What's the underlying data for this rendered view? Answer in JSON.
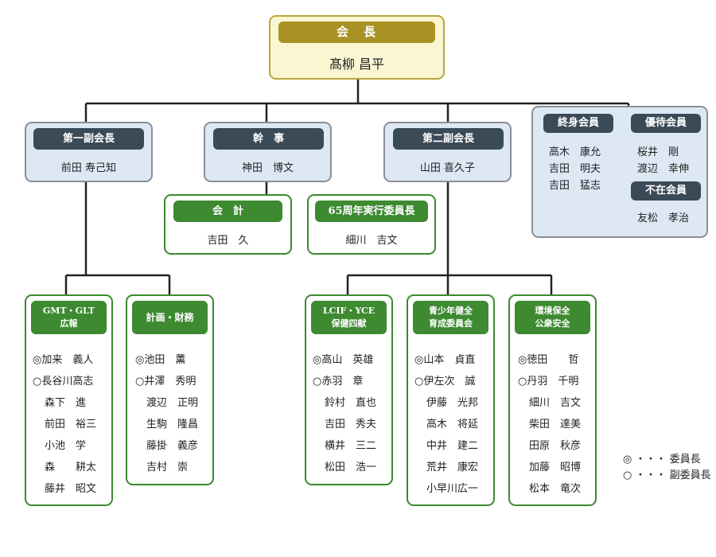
{
  "president": {
    "title": "会　長",
    "name": "髙柳 昌平"
  },
  "vp1": {
    "title": "第一副会長",
    "name": "前田 寿己知"
  },
  "secretary": {
    "title": "幹　事",
    "name": "神田　博文"
  },
  "vp2": {
    "title": "第二副会長",
    "name": "山田 喜久子"
  },
  "treasurer": {
    "title": "会　計",
    "name": "吉田　久"
  },
  "anniv": {
    "title": "65周年実行委員長",
    "name": "細川　吉文"
  },
  "special": {
    "life_title": "終身会員",
    "life_members": [
      "高木　康允",
      "吉田　明夫",
      "吉田　猛志"
    ],
    "honor_title": "優待会員",
    "honor_members": [
      "桜井　剛",
      "渡辺　幸伸"
    ],
    "absent_title": "不在会員",
    "absent_members": [
      "友松　孝治"
    ]
  },
  "committees": [
    {
      "title_lines": [
        "GMT・GLT",
        "広報"
      ],
      "members": [
        "◎加来　義人",
        "○長谷川高志",
        "森下　進",
        "前田　裕三",
        "小池　学",
        "森　　耕太",
        "藤井　昭文"
      ]
    },
    {
      "title_lines": [
        "計画・財務"
      ],
      "members": [
        "◎池田　薫",
        "○井澤　秀明",
        "渡辺　正明",
        "生駒　隆昌",
        "藤掛　義彦",
        "吉村　崇"
      ]
    },
    {
      "title_lines": [
        "LCIF・YCE",
        "保健四献"
      ],
      "members": [
        "◎高山　英雄",
        "○赤羽　章",
        "鈴村　直也",
        "吉田　秀夫",
        "横井　三二",
        "松田　浩一"
      ]
    },
    {
      "title_lines": [
        "青少年健全",
        "育成委員会"
      ],
      "members": [
        "◎山本　貞直",
        "○伊左次　誠",
        "伊藤　光邦",
        "高木　将延",
        "中井　建二",
        "荒井　康宏",
        "小早川広一"
      ]
    },
    {
      "title_lines": [
        "環境保全",
        "公衆安全"
      ],
      "members": [
        "◎徳田　　哲",
        "○丹羽　千明",
        "細川　吉文",
        "柴田　達美",
        "田原　秋彦",
        "加藤　昭博",
        "松本　竜次"
      ]
    }
  ],
  "legend": {
    "chair": "◎ ・・・ 委員長",
    "vice_chair": "○ ・・・ 副委員長"
  }
}
